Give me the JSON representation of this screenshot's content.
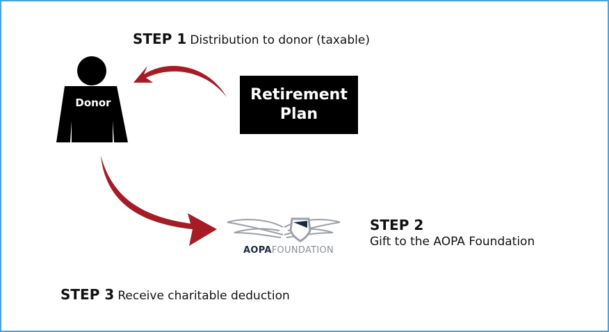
{
  "step1": {
    "label": "STEP 1",
    "text": "Distribution to donor (taxable)"
  },
  "step2": {
    "label": "STEP 2",
    "text": "Gift to the AOPA Foundation"
  },
  "step3": {
    "label": "STEP 3",
    "text": "Receive charitable deduction"
  },
  "donor": {
    "label": "Donor"
  },
  "retirement_plan": {
    "line1": "Retirement",
    "line2": "Plan"
  },
  "logo": {
    "brand": "AOPA",
    "name": "FOUNDATION"
  },
  "colors": {
    "border": "#4aa3df",
    "arrow": "#a51c24",
    "logo_gray": "#9aa0a6",
    "logo_navy": "#1a2a40"
  }
}
